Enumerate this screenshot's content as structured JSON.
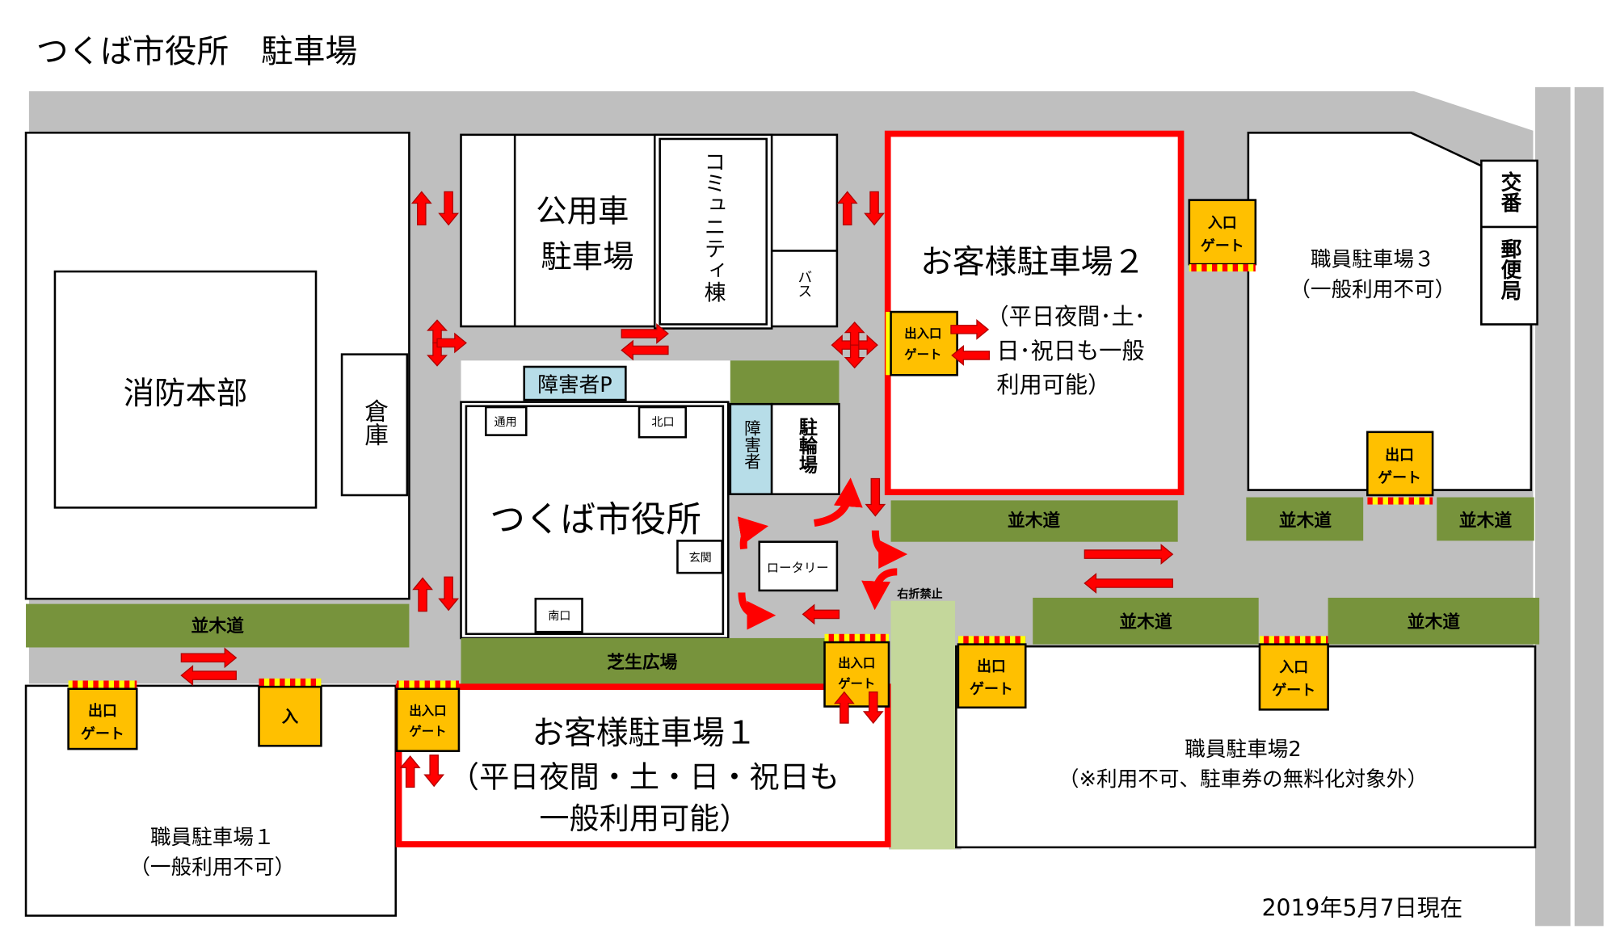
{
  "title": "つくば市役所　駐車場",
  "buildings": {
    "fire_hq": "消防本部",
    "storage": "倉庫",
    "official_parking": [
      "公用車",
      "駐車場"
    ],
    "community": "コミュニティ棟",
    "bus": "バス",
    "accessible_parking": "障害者P",
    "city_hall": "つくば市役所",
    "doors": {
      "service": "通用",
      "north": "北口",
      "entrance": "玄関",
      "south": "南口"
    },
    "accessible": "障害者",
    "bicycle": "駐輪場",
    "rotary": "ロータリー",
    "koban": "交番",
    "post_office": "郵便局"
  },
  "lots": {
    "visitor_1": {
      "name": "お客様駐車場１",
      "note": [
        "（平日夜間・土・日・祝日も",
        "一般利用可能）"
      ]
    },
    "visitor_2": {
      "name": "お客様駐車場２",
      "note": [
        "（平日夜間･土･",
        "日･祝日も一般",
        "利用可能）"
      ]
    },
    "staff_1": {
      "name": "職員駐車場１",
      "note": "（一般利用不可）"
    },
    "staff_2": {
      "name": "職員駐車場2",
      "note": "（※利用不可、駐車券の無料化対象外）"
    },
    "staff_3": {
      "name": "職員駐車場３",
      "note": "（一般利用不可）"
    }
  },
  "gates": {
    "exit": [
      "出口",
      "ゲート"
    ],
    "entry": [
      "入口",
      "ゲート"
    ],
    "entry_exit": [
      "出入口",
      "ゲート"
    ],
    "entry_short": "入"
  },
  "tree_lined_path": "並木道",
  "lawn_plaza": "芝生広場",
  "no_right_turn": "右折禁止",
  "as_of_date": "2019年5月7日現在",
  "colors": {
    "road": "#bfbfbf",
    "tree_path": "#77933c",
    "gate": "#ffc000",
    "visitor_frame": "#ff0000",
    "accessible": "#b7dde8",
    "walkway": "#c4d79b"
  }
}
